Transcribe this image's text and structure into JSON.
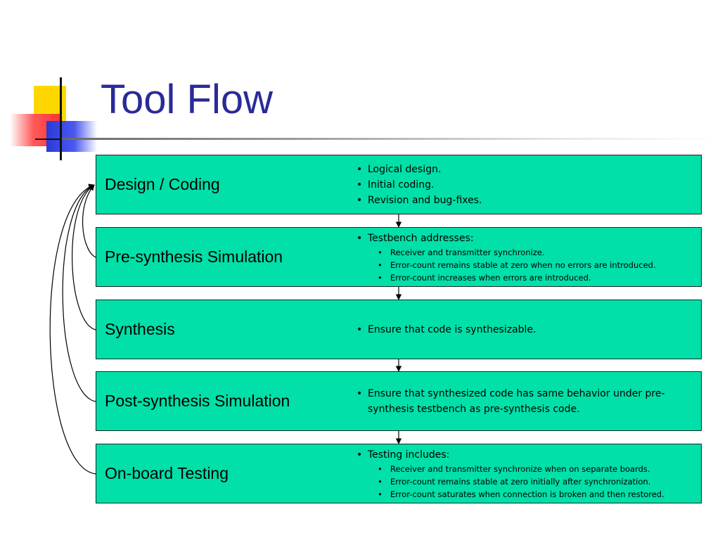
{
  "title": "Tool Flow",
  "colors": {
    "title": "#2a2a9a",
    "box_fill": "#00e0a8",
    "box_border": "#222222",
    "arrow": "#000000"
  },
  "stages": [
    {
      "name": "Design / Coding",
      "notes": [
        {
          "text": "Logical design.",
          "sub": []
        },
        {
          "text": "Initial coding.",
          "sub": []
        },
        {
          "text": "Revision and bug-fixes.",
          "sub": []
        }
      ]
    },
    {
      "name": "Pre-synthesis Simulation",
      "notes": [
        {
          "text": "Testbench addresses:",
          "sub": [
            "Receiver and transmitter synchronize.",
            "Error-count remains stable at zero when no errors are introduced.",
            "Error-count increases when errors are introduced."
          ]
        }
      ]
    },
    {
      "name": "Synthesis",
      "notes": [
        {
          "text": "Ensure that code is synthesizable.",
          "sub": []
        }
      ]
    },
    {
      "name": "Post-synthesis Simulation",
      "notes": [
        {
          "text": "Ensure that synthesized code has same behavior under pre-synthesis testbench as pre-synthesis code.",
          "sub": []
        }
      ]
    },
    {
      "name": "On-board Testing",
      "notes": [
        {
          "text": "Testing includes:",
          "sub": [
            "Receiver and transmitter synchronize when on separate boards.",
            "Error-count remains stable at zero initially after synchronization.",
            "Error-count saturates when connection is broken and then restored."
          ]
        }
      ]
    }
  ],
  "flow": [
    {
      "from": "Design / Coding",
      "to": "Pre-synthesis Simulation",
      "kind": "down"
    },
    {
      "from": "Pre-synthesis Simulation",
      "to": "Synthesis",
      "kind": "down"
    },
    {
      "from": "Synthesis",
      "to": "Post-synthesis Simulation",
      "kind": "down"
    },
    {
      "from": "Post-synthesis Simulation",
      "to": "On-board Testing",
      "kind": "down"
    },
    {
      "from": "Pre-synthesis Simulation",
      "to": "Design / Coding",
      "kind": "feedback"
    },
    {
      "from": "Synthesis",
      "to": "Design / Coding",
      "kind": "feedback"
    },
    {
      "from": "Post-synthesis Simulation",
      "to": "Design / Coding",
      "kind": "feedback"
    },
    {
      "from": "On-board Testing",
      "to": "Design / Coding",
      "kind": "feedback"
    }
  ]
}
